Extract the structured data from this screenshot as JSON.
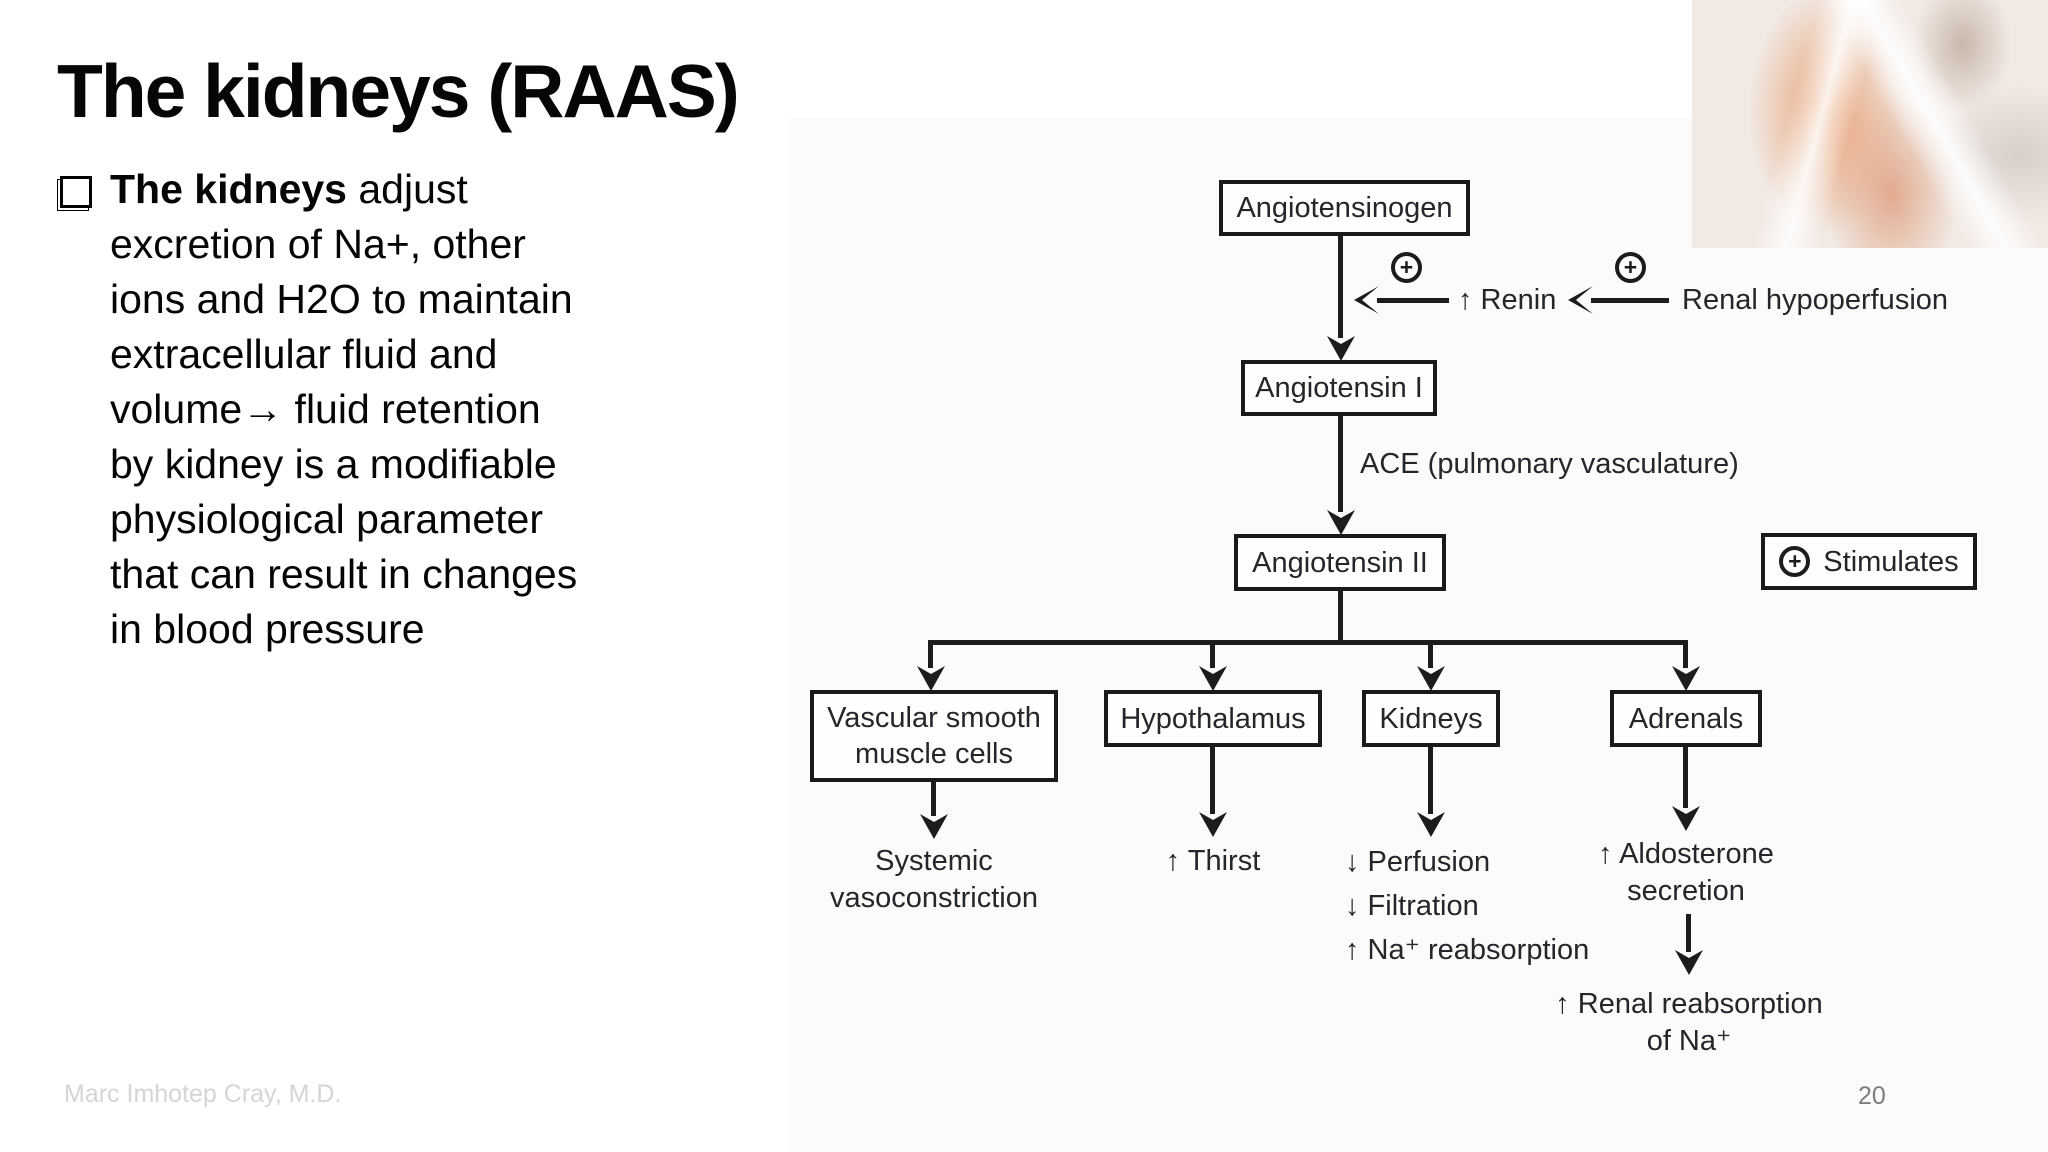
{
  "slide": {
    "title": "The kidneys (RAAS)",
    "footer_author": "Marc Imhotep Cray, M.D.",
    "page_number": "20",
    "bullet": {
      "line1_bold": "The kidneys",
      "line1_rest": " adjust",
      "lines_rest": [
        "excretion of Na+, other",
        "ions and H2O to maintain",
        "extracellular fluid and",
        "volume→ fluid retention",
        "by kidney is a modifiable",
        "physiological parameter",
        "that can result in changes",
        "in blood pressure"
      ]
    }
  },
  "diagram": {
    "plus": "+",
    "boxes": {
      "angiotensinogen": "Angiotensinogen",
      "angiotensin_i": "Angiotensin I",
      "angiotensin_ii": "Angiotensin II",
      "vascular_line1": "Vascular smooth",
      "vascular_line2": "muscle cells",
      "hypothalamus": "Hypothalamus",
      "kidneys": "Kidneys",
      "adrenals": "Adrenals"
    },
    "labels": {
      "renin": "↑ Renin",
      "renal_hypoperfusion": "Renal hypoperfusion",
      "ace": "ACE (pulmonary vasculature)",
      "stimulates": "Stimulates",
      "systemic_line1": "Systemic",
      "systemic_line2": "vasoconstriction",
      "thirst": "↑ Thirst",
      "kidney_effects": [
        "↓ Perfusion",
        "↓ Filtration",
        "↑ Na⁺ reabsorption"
      ],
      "aldosterone_line1": "↑ Aldosterone",
      "aldosterone_line2": "secretion",
      "renal_reabsorption_line1": "↑ Renal reabsorption",
      "renal_reabsorption_line2": "of Na⁺"
    },
    "colors": {
      "line": "#1c1c1c",
      "box_border": "#1a1a1a",
      "footer_author": "#d5d5d5",
      "page_number": "#7d7d7d"
    }
  }
}
